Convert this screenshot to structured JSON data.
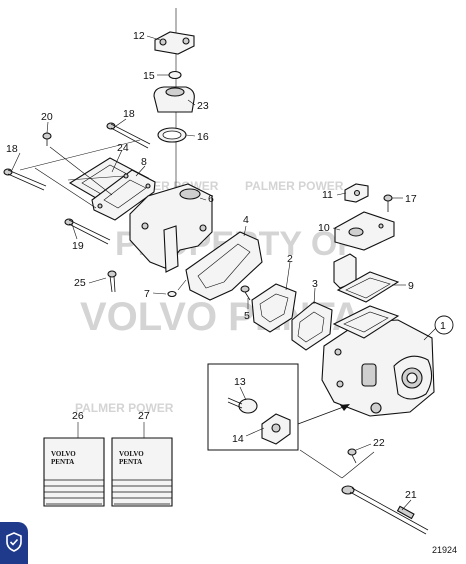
{
  "diagram": {
    "watermarks": [
      "PALMER POWER",
      "PALMER POWER",
      "PALMER POWER",
      "PROPERTY OF",
      "VOLVO PENTA"
    ],
    "figure_number": "21924",
    "callouts": [
      "1",
      "2",
      "3",
      "4",
      "5",
      "6",
      "7",
      "8",
      "9",
      "10",
      "11",
      "12",
      "13",
      "14",
      "15",
      "16",
      "17",
      "18",
      "18",
      "19",
      "20",
      "21",
      "22",
      "23",
      "24",
      "25",
      "26",
      "27"
    ],
    "books": [
      {
        "line1": "VOLVO",
        "line2": "PENTA"
      },
      {
        "line1": "VOLVO",
        "line2": "PENTA"
      }
    ]
  },
  "badge": {
    "icon": "shield-check-icon",
    "color": "#1f3a8a"
  }
}
